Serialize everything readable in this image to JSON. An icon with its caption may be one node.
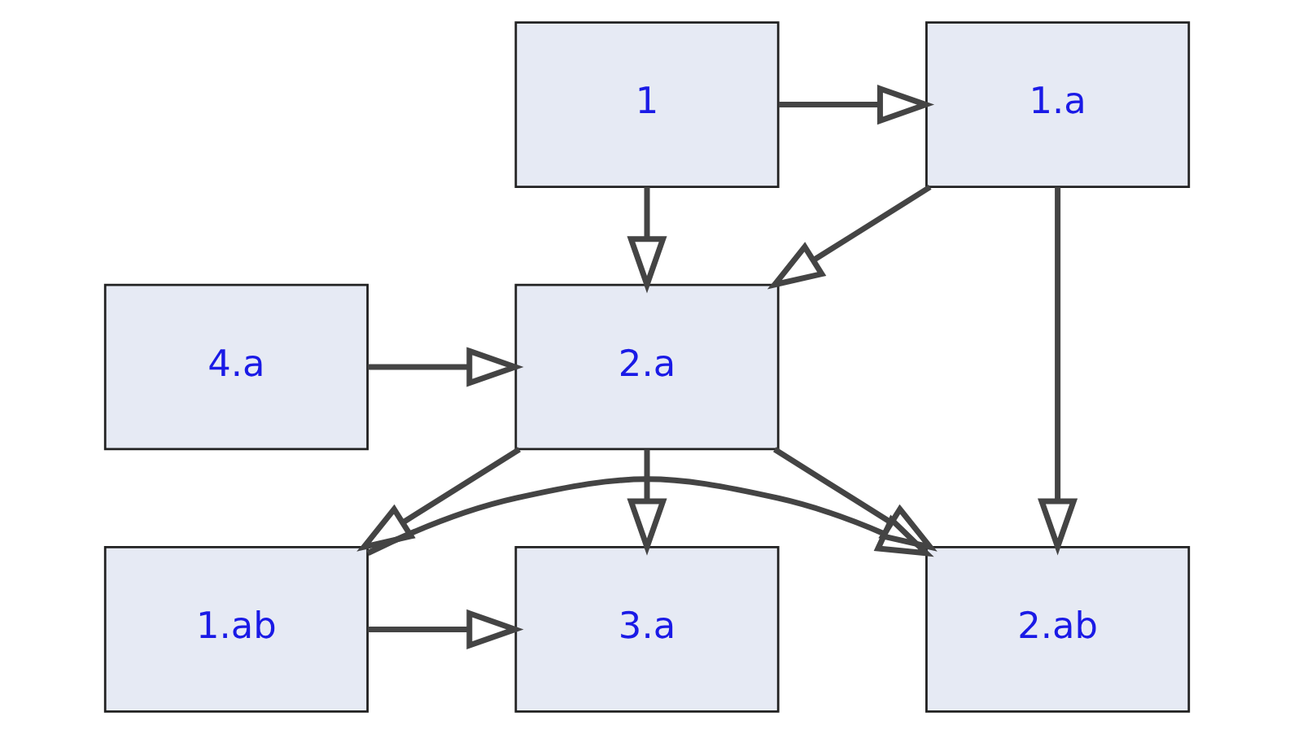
{
  "diagram": {
    "nodes": [
      {
        "text": [
          "1.a"
        ]
      },
      {
        "text": [
          "1"
        ]
      },
      {
        "text": [
          "2.a"
        ]
      },
      {
        "text": [
          "4.a"
        ]
      },
      {
        "text": [
          "2.ab"
        ]
      },
      {
        "text": [
          "1.ab"
        ]
      },
      {
        "text": [
          "3.a"
        ]
      }
    ],
    "edges": [
      {
        "from": 1,
        "to": 0,
        "arrow": "to"
      },
      {
        "from": 0,
        "to": 2,
        "arrow": "to"
      },
      {
        "from": 1,
        "to": 2,
        "arrow": "to"
      },
      {
        "from": 0,
        "to": 4,
        "arrow": "to"
      },
      {
        "from": 3,
        "to": 2,
        "arrow": "to"
      },
      {
        "from": 2,
        "to": 4,
        "arrow": "to"
      },
      {
        "from": 2,
        "to": 5,
        "arrow": "to"
      },
      {
        "from": 2,
        "to": 6,
        "arrow": "to"
      },
      {
        "from": 5,
        "to": 4,
        "arrow": "to"
      },
      {
        "from": 5,
        "to": 6,
        "arrow": "to"
      }
    ]
  }
}
